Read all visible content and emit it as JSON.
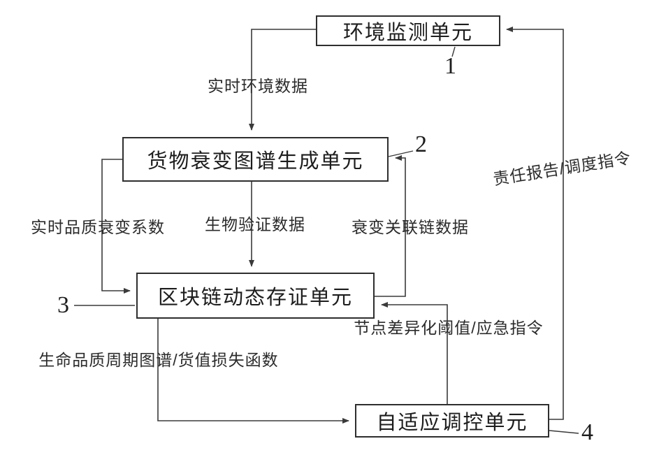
{
  "figure": {
    "nodes": {
      "env_unit": {
        "label": "环境监测单元",
        "ref": "1"
      },
      "decay_unit": {
        "label": "货物衰变图谱生成单元",
        "ref": "2"
      },
      "chain_unit": {
        "label": "区块链动态存证单元",
        "ref": "3"
      },
      "control_unit": {
        "label": "自适应调控单元",
        "ref": "4"
      }
    },
    "edges": {
      "env_to_decay": "实时环境数据",
      "decay_to_chain_left": "实时品质衰变系数",
      "decay_to_chain_mid": "生物验证数据",
      "chain_to_decay": "衰变关联链数据",
      "control_to_chain": "节点差异化阈值/应急指令",
      "chain_to_control": "生命品质周期图谱/货值损失函数",
      "control_to_env": "责任报告/调度指令"
    }
  }
}
